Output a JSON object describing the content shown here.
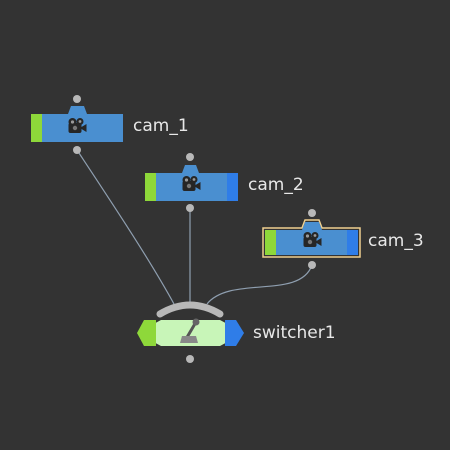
{
  "network": {
    "nodes": [
      {
        "id": "cam_1",
        "label": "cam_1",
        "type": "camera",
        "icon": "camera-icon",
        "selected": false
      },
      {
        "id": "cam_2",
        "label": "cam_2",
        "type": "camera",
        "icon": "camera-icon",
        "selected": false
      },
      {
        "id": "cam_3",
        "label": "cam_3",
        "type": "camera",
        "icon": "camera-icon",
        "selected": true
      },
      {
        "id": "switcher1",
        "label": "switcher1",
        "type": "switch",
        "icon": "switch-lever-icon",
        "selected": false
      }
    ],
    "connections": [
      {
        "from": "cam_1",
        "to": "switcher1"
      },
      {
        "from": "cam_2",
        "to": "switcher1"
      },
      {
        "from": "cam_3",
        "to": "switcher1"
      }
    ]
  },
  "colors": {
    "background": "#333333",
    "camera_body": "#4a8fd0",
    "camera_left_flag": "#8ed83a",
    "camera_right_flag": "#2f7de8",
    "switch_body": "#c8f5b8",
    "switch_left_flag": "#8ed83a",
    "switch_right_flag": "#2f7de8",
    "wire": "#8f9fb0",
    "connector": "#b8b8b8",
    "selected_outline": "#f0d090",
    "label": "#e8e8e8"
  }
}
